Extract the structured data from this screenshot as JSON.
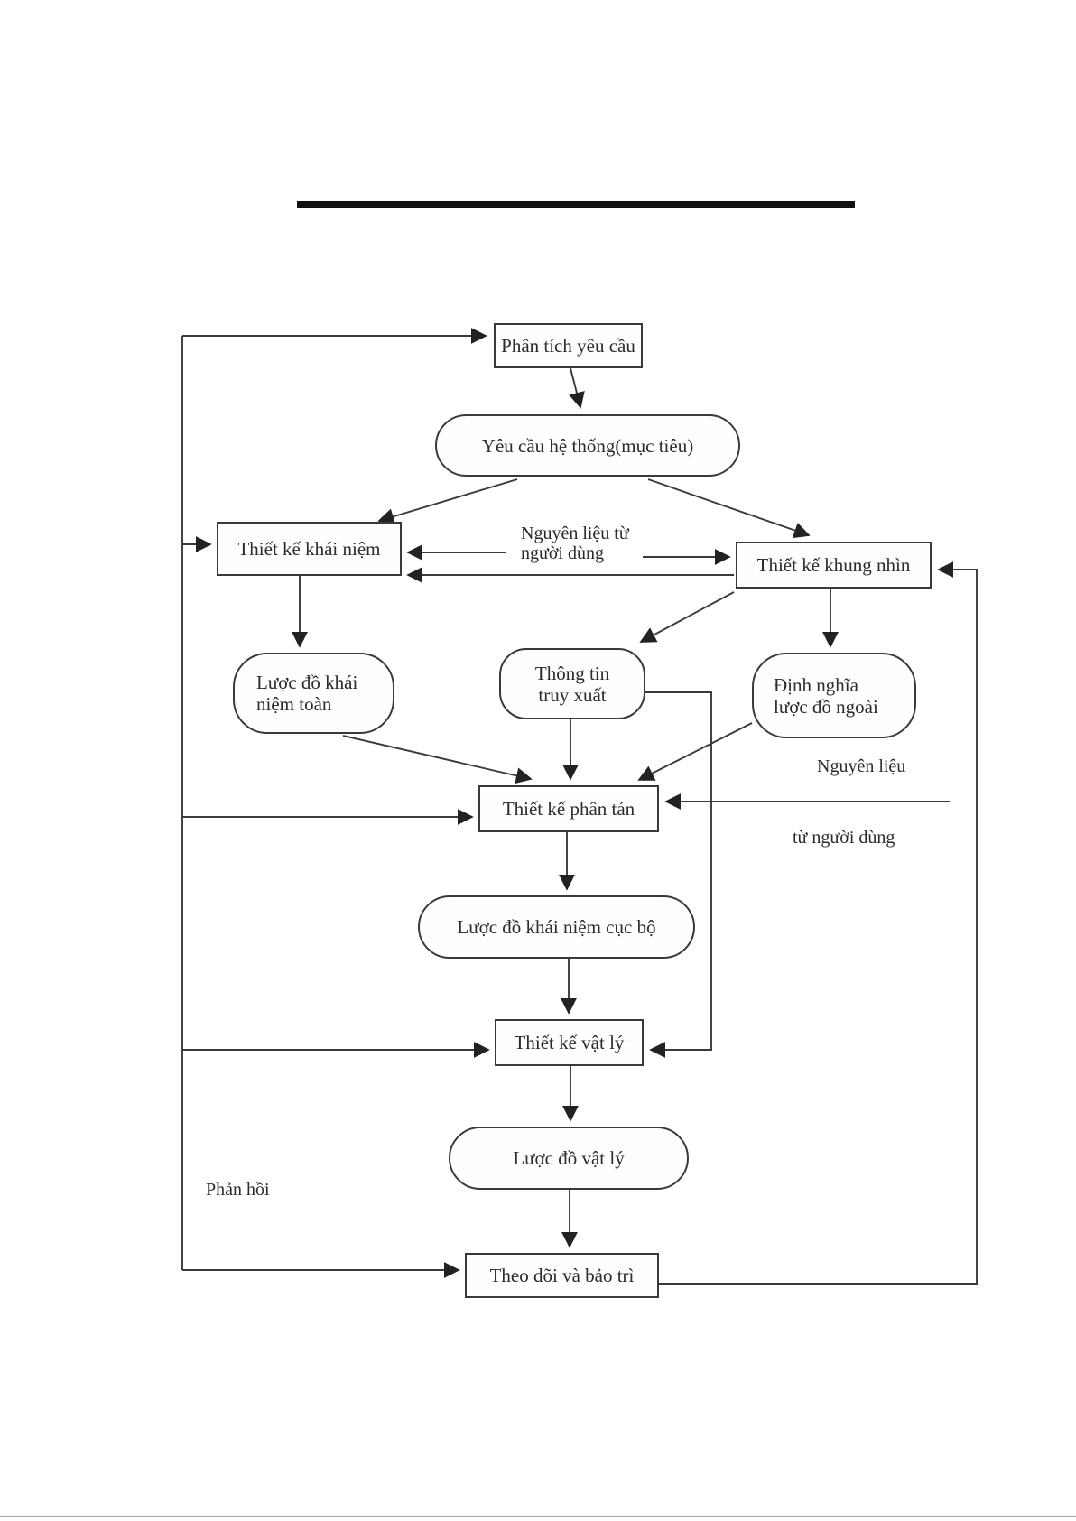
{
  "nodes": {
    "analyze": {
      "label": "Phân tích yêu cầu"
    },
    "system_req": {
      "label": "Yêu cầu hệ thống(mục tiêu)"
    },
    "concept_design": {
      "label": "Thiết kế khái niệm"
    },
    "view_design": {
      "label": "Thiết kế khung nhìn"
    },
    "global_concept_schema": {
      "lines": [
        "Lược đồ khái",
        "niệm toàn"
      ]
    },
    "access_info": {
      "lines": [
        "Thông tin",
        "truy xuất"
      ]
    },
    "external_schema_def": {
      "lines": [
        "Định nghĩa",
        "lược đồ ngoài"
      ]
    },
    "distribution_design": {
      "label": "Thiết kế phân tán"
    },
    "local_concept_schema": {
      "label": "Lược đồ khái niệm cục bộ"
    },
    "physical_design": {
      "label": "Thiết kế vật lý"
    },
    "physical_schema": {
      "label": "Lược đồ vật lý"
    },
    "monitor_maintain": {
      "label": "Theo dõi và bảo trì"
    }
  },
  "annotations": {
    "material_from_user_mid": {
      "lines": [
        "Nguyên liệu từ",
        "người dùng"
      ]
    },
    "material_right": {
      "label": "Nguyên liệu"
    },
    "from_user_right": {
      "label": "từ người dùng"
    },
    "feedback": {
      "label": "Phản hồi"
    }
  },
  "colors": {
    "ink": "#2b2b2b",
    "line": "#3a3a3a",
    "title_rule": "#111111"
  }
}
